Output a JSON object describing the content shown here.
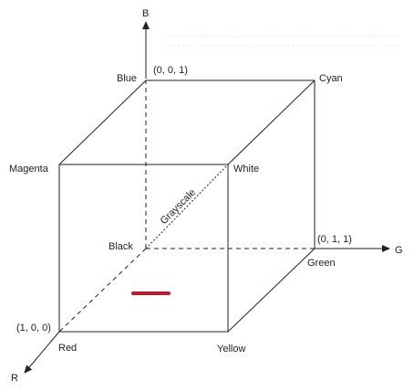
{
  "axes": {
    "b_label": "B",
    "g_label": "G",
    "r_label": "R"
  },
  "vertices": {
    "blue": "Blue",
    "cyan": "Cyan",
    "magenta": "Magenta",
    "white": "White",
    "black": "Black",
    "green": "Green",
    "red": "Red",
    "yellow": "Yellow"
  },
  "coordinates": {
    "blue": "(0, 0, 1)",
    "green": "(0, 1, 1)",
    "red": "(1, 0, 0)"
  },
  "diagonal_label": "Grayscale",
  "colors": {
    "line": "#222222",
    "marker": "#c0182f"
  }
}
